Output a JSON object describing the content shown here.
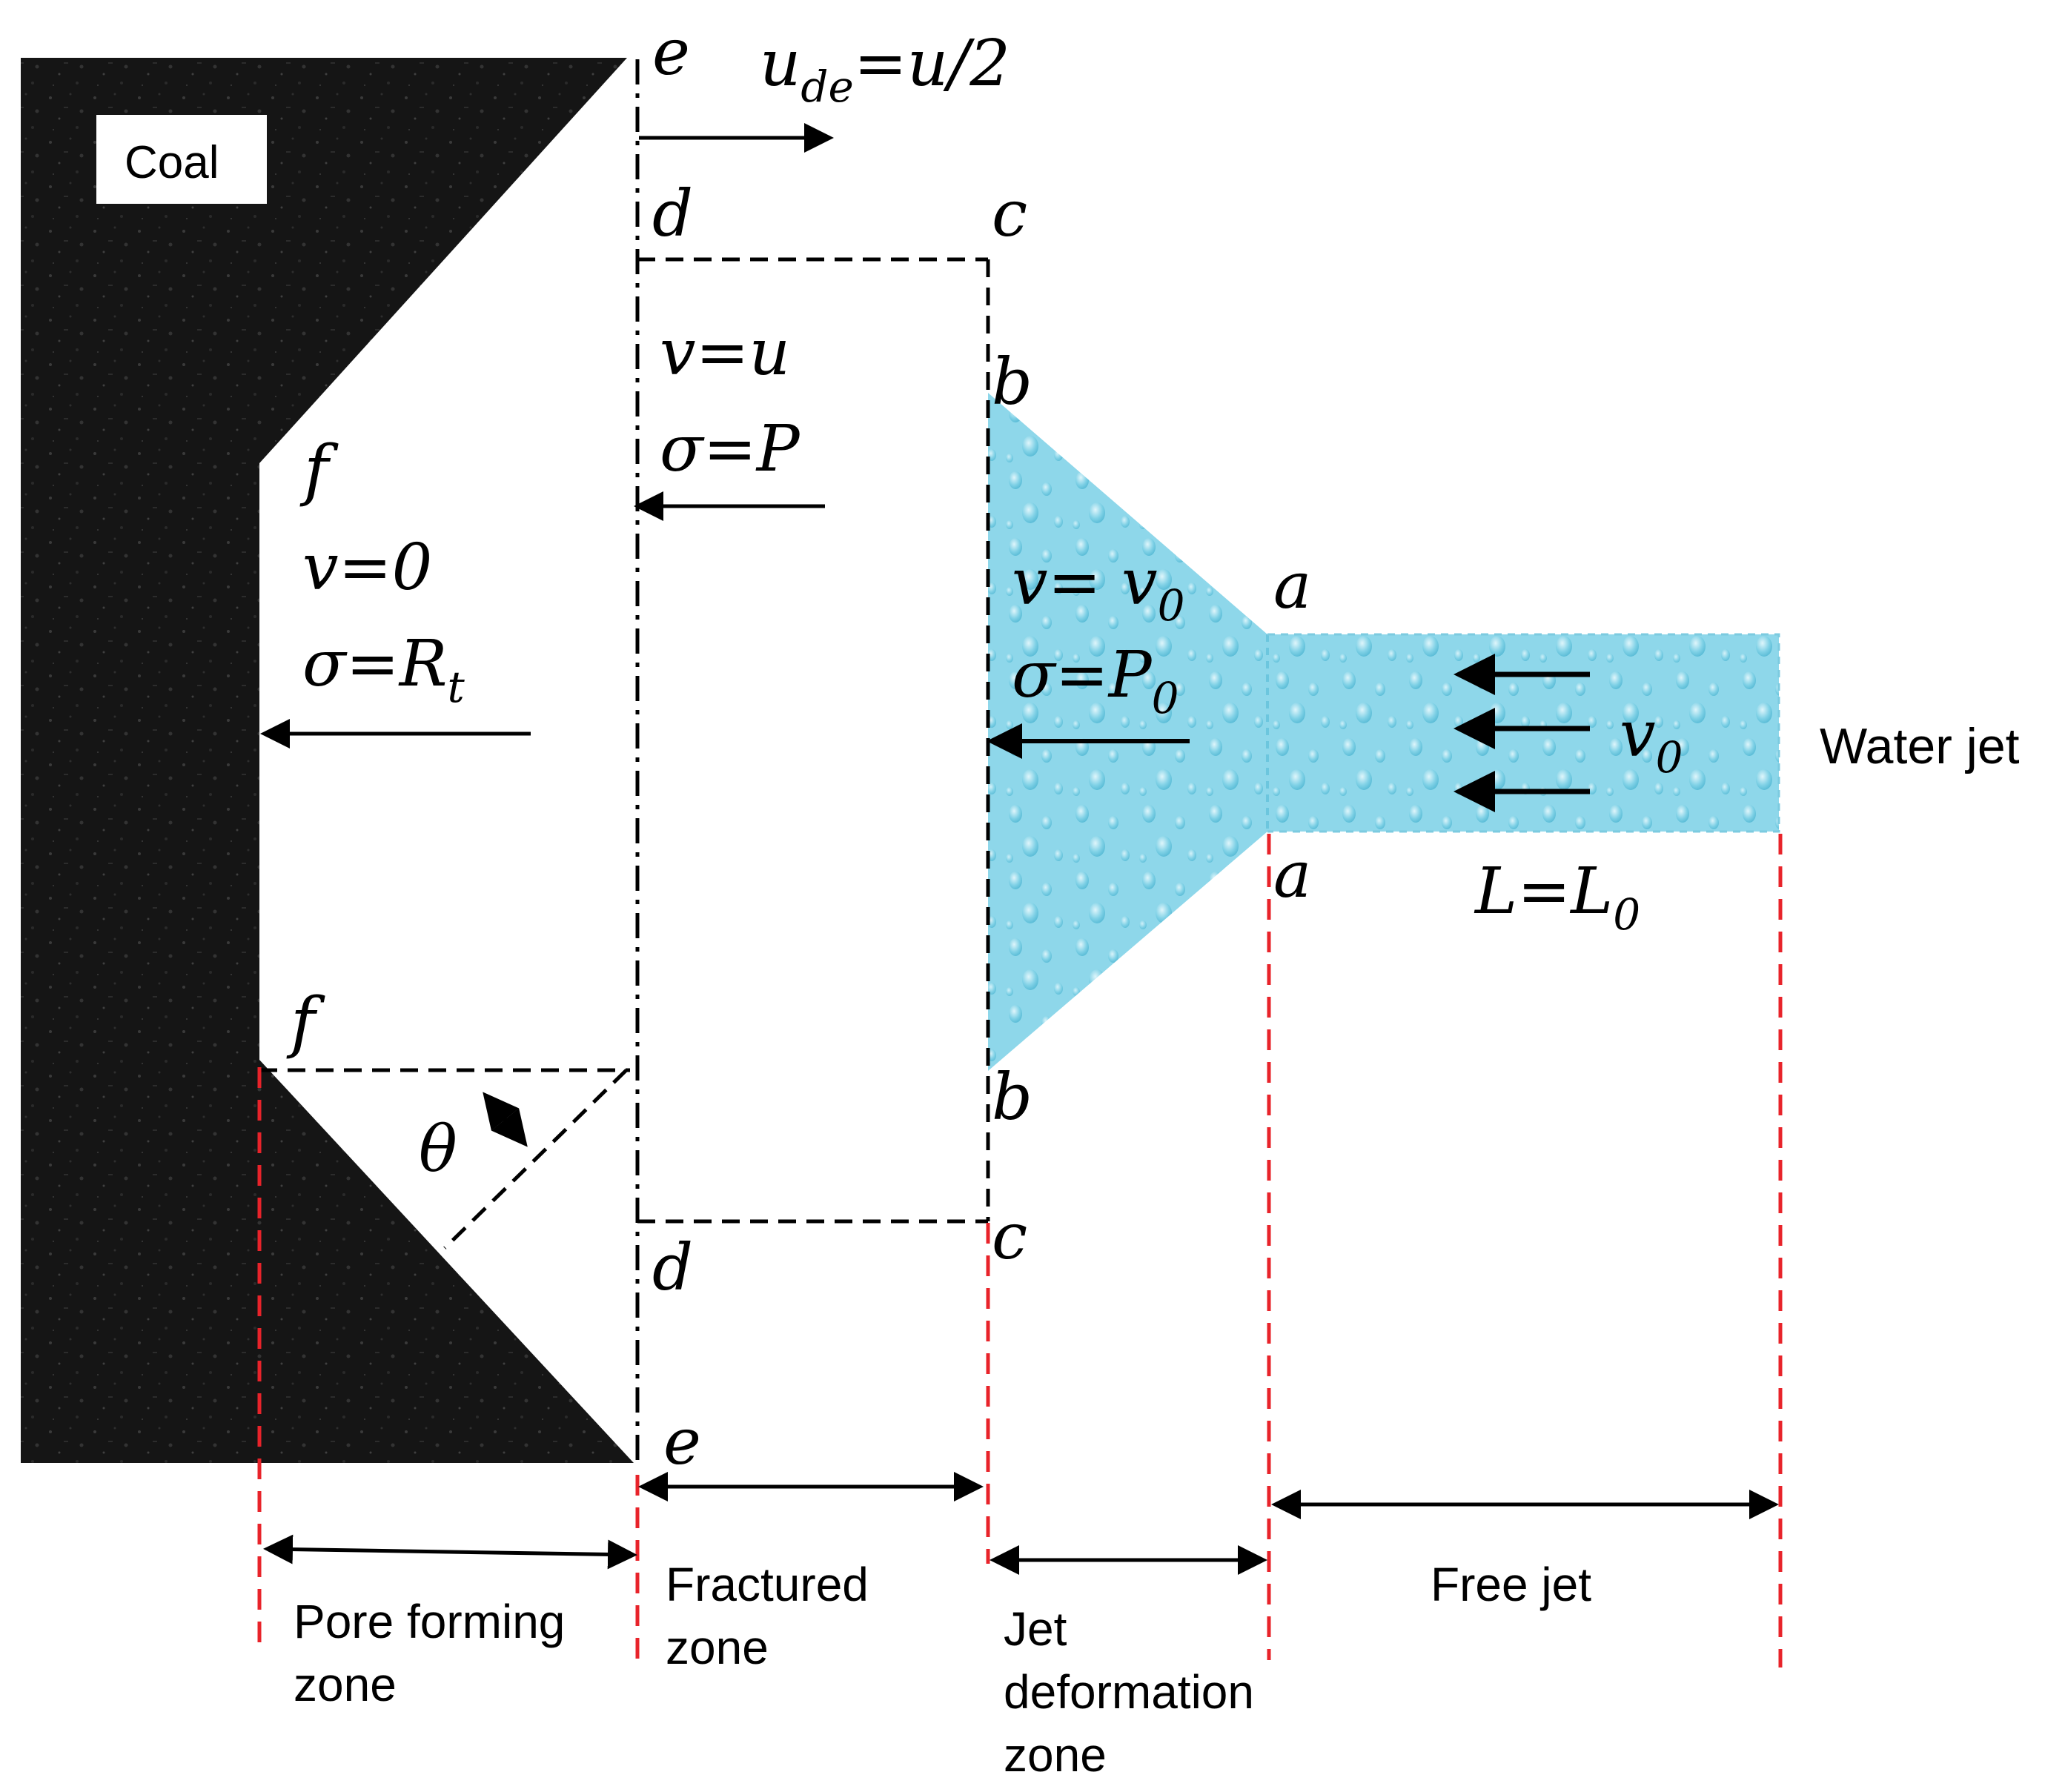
{
  "coal_label": "Coal",
  "water_jet_label": "Water jet",
  "points": {
    "e_top": "e",
    "d_top": "d",
    "c_top": "c",
    "b_top": "b",
    "f_top": "f",
    "a_top": "a",
    "a_bottom": "a",
    "f_bottom": "f",
    "b_bottom": "b",
    "c_bottom": "c",
    "d_bottom": "d",
    "e_bottom": "e"
  },
  "conditions": {
    "ude": {
      "base": "u",
      "sub": "de",
      "rhs": "=u/2"
    },
    "fractured_v": "v=u",
    "fractured_sigma": "σ=P",
    "pore_v": "v=0",
    "pore_sigma": {
      "base": "σ=R",
      "sub": "t"
    },
    "jet_v": {
      "base": "v= v",
      "sub": "0"
    },
    "jet_sigma": {
      "base": "σ=P",
      "sub": "0"
    },
    "free_v": {
      "base": "v",
      "sub": "0"
    },
    "free_L": {
      "base": "L=L",
      "sub": "0"
    },
    "angle": "θ"
  },
  "zones": {
    "pore_forming": [
      "Pore forming",
      "zone"
    ],
    "fractured": [
      "Fractured",
      "zone"
    ],
    "jet_deformation": [
      "Jet",
      "deformation",
      "zone"
    ],
    "free_jet": [
      "Free jet"
    ]
  },
  "colors": {
    "coal": "#141414",
    "water": "#8fd8ea",
    "water_dark": "#5cc3dd",
    "boundary_red": "#e8232a",
    "line": "#000000"
  }
}
